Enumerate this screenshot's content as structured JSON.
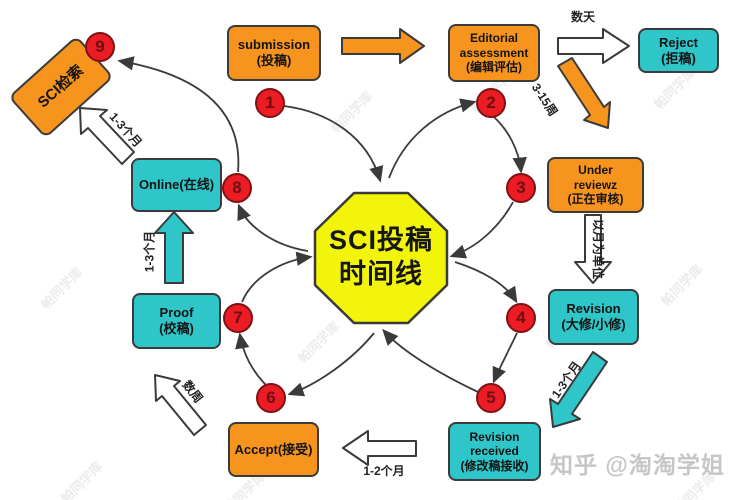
{
  "center": {
    "line1": "SCI投稿",
    "line2": "时间线"
  },
  "boxes": {
    "submission": {
      "line1": "submission",
      "line2": "(投稿)"
    },
    "editorial": {
      "line1": "Editorial",
      "line2": "assessment",
      "line3": "(编辑评估)"
    },
    "reject": {
      "line1": "Reject",
      "line2": "(拒稿)"
    },
    "under_review": {
      "line1": "Under",
      "line2": "reviewz",
      "line3": "(正在审核)"
    },
    "revision": {
      "line1": "Revision",
      "line2": "(大修/小修)"
    },
    "revision_received": {
      "line1": "Revision",
      "line2": "received",
      "line3": "(修改稿接收)"
    },
    "accept": {
      "line1": "Accept(接受)"
    },
    "proof": {
      "line1": "Proof",
      "line2": "(校稿)"
    },
    "online": {
      "line1": "Online(在线)"
    },
    "sci_index": {
      "line1": "SCI检索"
    }
  },
  "steps": {
    "s1": "1",
    "s2": "2",
    "s3": "3",
    "s4": "4",
    "s5": "5",
    "s6": "6",
    "s7": "7",
    "s8": "8",
    "s9": "9"
  },
  "durations": {
    "days": "数天",
    "weeks_3_15": "3-15周",
    "monthly": "以月为单位",
    "months_1_3_revision": "1-3个月",
    "months_1_2": "1-2个月",
    "weeks": "数周",
    "months_1_3_online": "1-3个月",
    "months_1_3_index": "1-3个月"
  },
  "watermark": {
    "repeat": "帕同学库",
    "credit": "知乎 @淘淘学姐"
  },
  "colors": {
    "orange": "#F7941E",
    "teal": "#2EC6C9",
    "yellow": "#F2F50A",
    "red": "#EC1C24",
    "stroke": "#3A3A3A"
  }
}
